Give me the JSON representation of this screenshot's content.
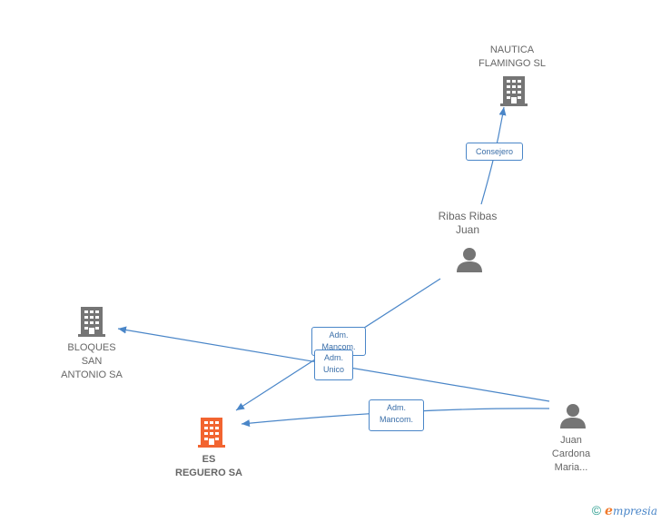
{
  "nodes": {
    "nautica": {
      "line1": "NAUTICA",
      "line2": "FLAMINGO SL"
    },
    "ribas": {
      "line1": "Ribas Ribas",
      "line2": "Juan"
    },
    "bloques": {
      "line1": "BLOQUES",
      "line2": "SAN",
      "line3": "ANTONIO SA"
    },
    "es_reguero": {
      "line1": "ES",
      "line2": "REGUERO SA"
    },
    "juan_cardona": {
      "line1": "Juan",
      "line2": "Cardona",
      "line3": "Maria..."
    }
  },
  "edges": {
    "consejero": {
      "label": "Consejero"
    },
    "adm_mancom_1": {
      "line1": "Adm.",
      "line2": "Mancom."
    },
    "adm_unico": {
      "line1": "Adm.",
      "line2": "Unico"
    },
    "adm_mancom_2": {
      "line1": "Adm.",
      "line2": "Mancom."
    }
  },
  "colors": {
    "edge": "#4a86c8",
    "company": "#757575",
    "main_company": "#f26430",
    "person": "#757575"
  },
  "brand": {
    "copyright": "©",
    "initial": "e",
    "rest": "mpresia"
  }
}
